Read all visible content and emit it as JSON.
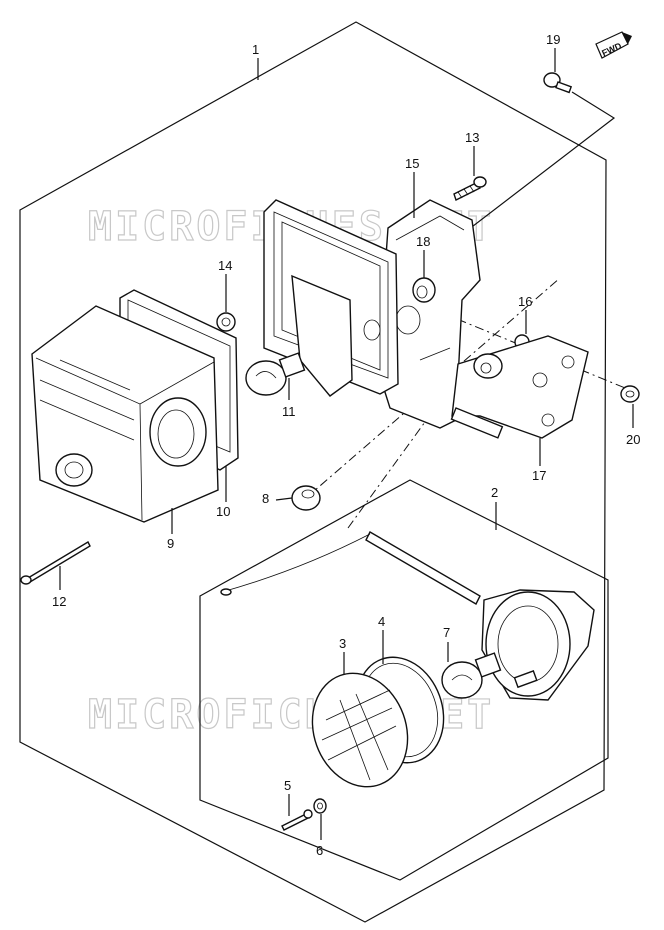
{
  "watermark": "MICROFICHES.NET",
  "direction_badge": "FWD",
  "callouts": {
    "c1": "1",
    "c2": "2",
    "c3": "3",
    "c4": "4",
    "c5": "5",
    "c6": "6",
    "c7": "7",
    "c8": "8",
    "c9": "9",
    "c10": "10",
    "c11": "11",
    "c12": "12",
    "c13": "13",
    "c14": "14",
    "c15": "15",
    "c16": "16",
    "c17": "17",
    "c18": "18",
    "c19": "19",
    "c20": "20"
  }
}
